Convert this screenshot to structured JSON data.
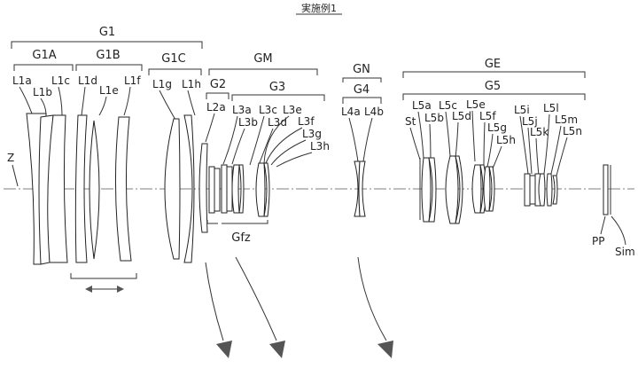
{
  "title": "実施例1",
  "axis_label": "Z",
  "groups": {
    "G1": "G1",
    "G1A": "G1A",
    "G1B": "G1B",
    "G1C": "G1C",
    "GM": "GM",
    "G2": "G2",
    "G3": "G3",
    "GN": "GN",
    "G4": "G4",
    "GE": "GE",
    "G5": "G5",
    "Gfz": "Gfz"
  },
  "lens_labels": {
    "L1a": "L1a",
    "L1b": "L1b",
    "L1c": "L1c",
    "L1d": "L1d",
    "L1e": "L1e",
    "L1f": "L1f",
    "L1g": "L1g",
    "L1h": "L1h",
    "L2a": "L2a",
    "L3a": "L3a",
    "L3b": "L3b",
    "L3c": "L3c",
    "L3d": "L3d",
    "L3e": "L3e",
    "L3f": "L3f",
    "L3g": "L3g",
    "L3h": "L3h",
    "L4a": "L4a",
    "L4b": "L4b",
    "St": "St",
    "L5a": "L5a",
    "L5b": "L5b",
    "L5c": "L5c",
    "L5d": "L5d",
    "L5e": "L5e",
    "L5f": "L5f",
    "L5g": "L5g",
    "L5h": "L5h",
    "L5i": "L5i",
    "L5j": "L5j",
    "L5k": "L5k",
    "L5l": "L5l",
    "L5m": "L5m",
    "L5n": "L5n",
    "PP": "PP",
    "Sim": "Sim"
  }
}
